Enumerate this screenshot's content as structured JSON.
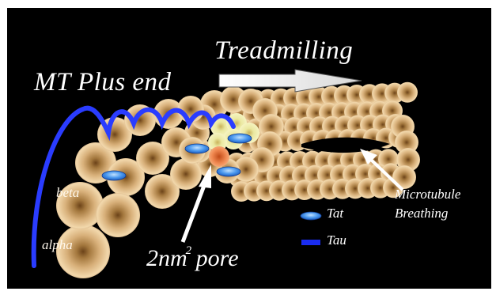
{
  "labels": {
    "treadmilling": "Treadmilling",
    "mt_plus_end": "MT Plus end",
    "beta": "beta",
    "alpha": "alpha",
    "pore_main": "2nm",
    "pore_exp": "2",
    "pore_tail": "pore",
    "microtubule": "Microtubule",
    "breathing": "Breathing"
  },
  "legend": [
    {
      "label": "Tat",
      "shape": "ellipse",
      "color": "#3d8ee8"
    },
    {
      "label": "Tau",
      "shape": "bar",
      "color": "#1a2cf0"
    }
  ],
  "colors": {
    "background": "#000000",
    "bead_light": "#f6dfb7",
    "bead_mid": "#d9b07a",
    "bead_dark": "#8a6030",
    "tau_line": "#2a3cff",
    "tat_marker": "#3d8ee8",
    "pore_highlight": "#f2f3a4",
    "orange_bead": "#f07a38"
  }
}
